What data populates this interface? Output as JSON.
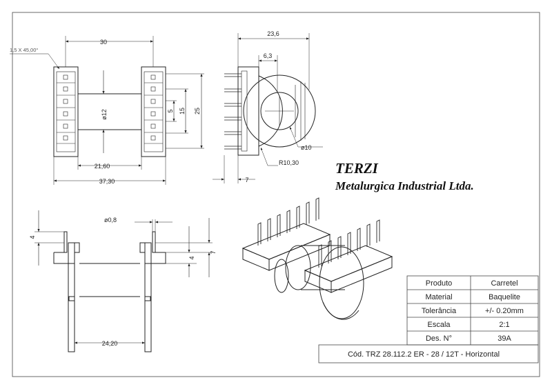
{
  "company": {
    "name": "TERZI",
    "subtitle": "Metalurgica Industrial Ltda."
  },
  "front_view": {
    "chamfer": "1,5 X 45,00°",
    "width_top": "30",
    "bore_dia": "ø12",
    "inner_width": "21,60",
    "overall_width": "37,30",
    "dim_5": "5",
    "dim_15": "15",
    "dim_25": "25"
  },
  "side_view": {
    "width": "23,6",
    "offset": "6,3",
    "hole_dia": "ø10",
    "radius": "R10,30",
    "pin_length": "7"
  },
  "bottom_view": {
    "pin_dia": "ø0,8",
    "dim_4_left": "4",
    "dim_4_right": "4",
    "dim_7": "7",
    "base_width": "24,20"
  },
  "title_block": {
    "rows": [
      {
        "label": "Produto",
        "value": "Carretel"
      },
      {
        "label": "Material",
        "value": "Baquelite"
      },
      {
        "label": "Tolerância",
        "value": "+/- 0.20mm"
      },
      {
        "label": "Escala",
        "value": "2:1"
      },
      {
        "label": "Des. N°",
        "value": "39A"
      }
    ],
    "code": "Cód. TRZ 28.112.2 ER - 28 / 12T - Horizontal"
  }
}
